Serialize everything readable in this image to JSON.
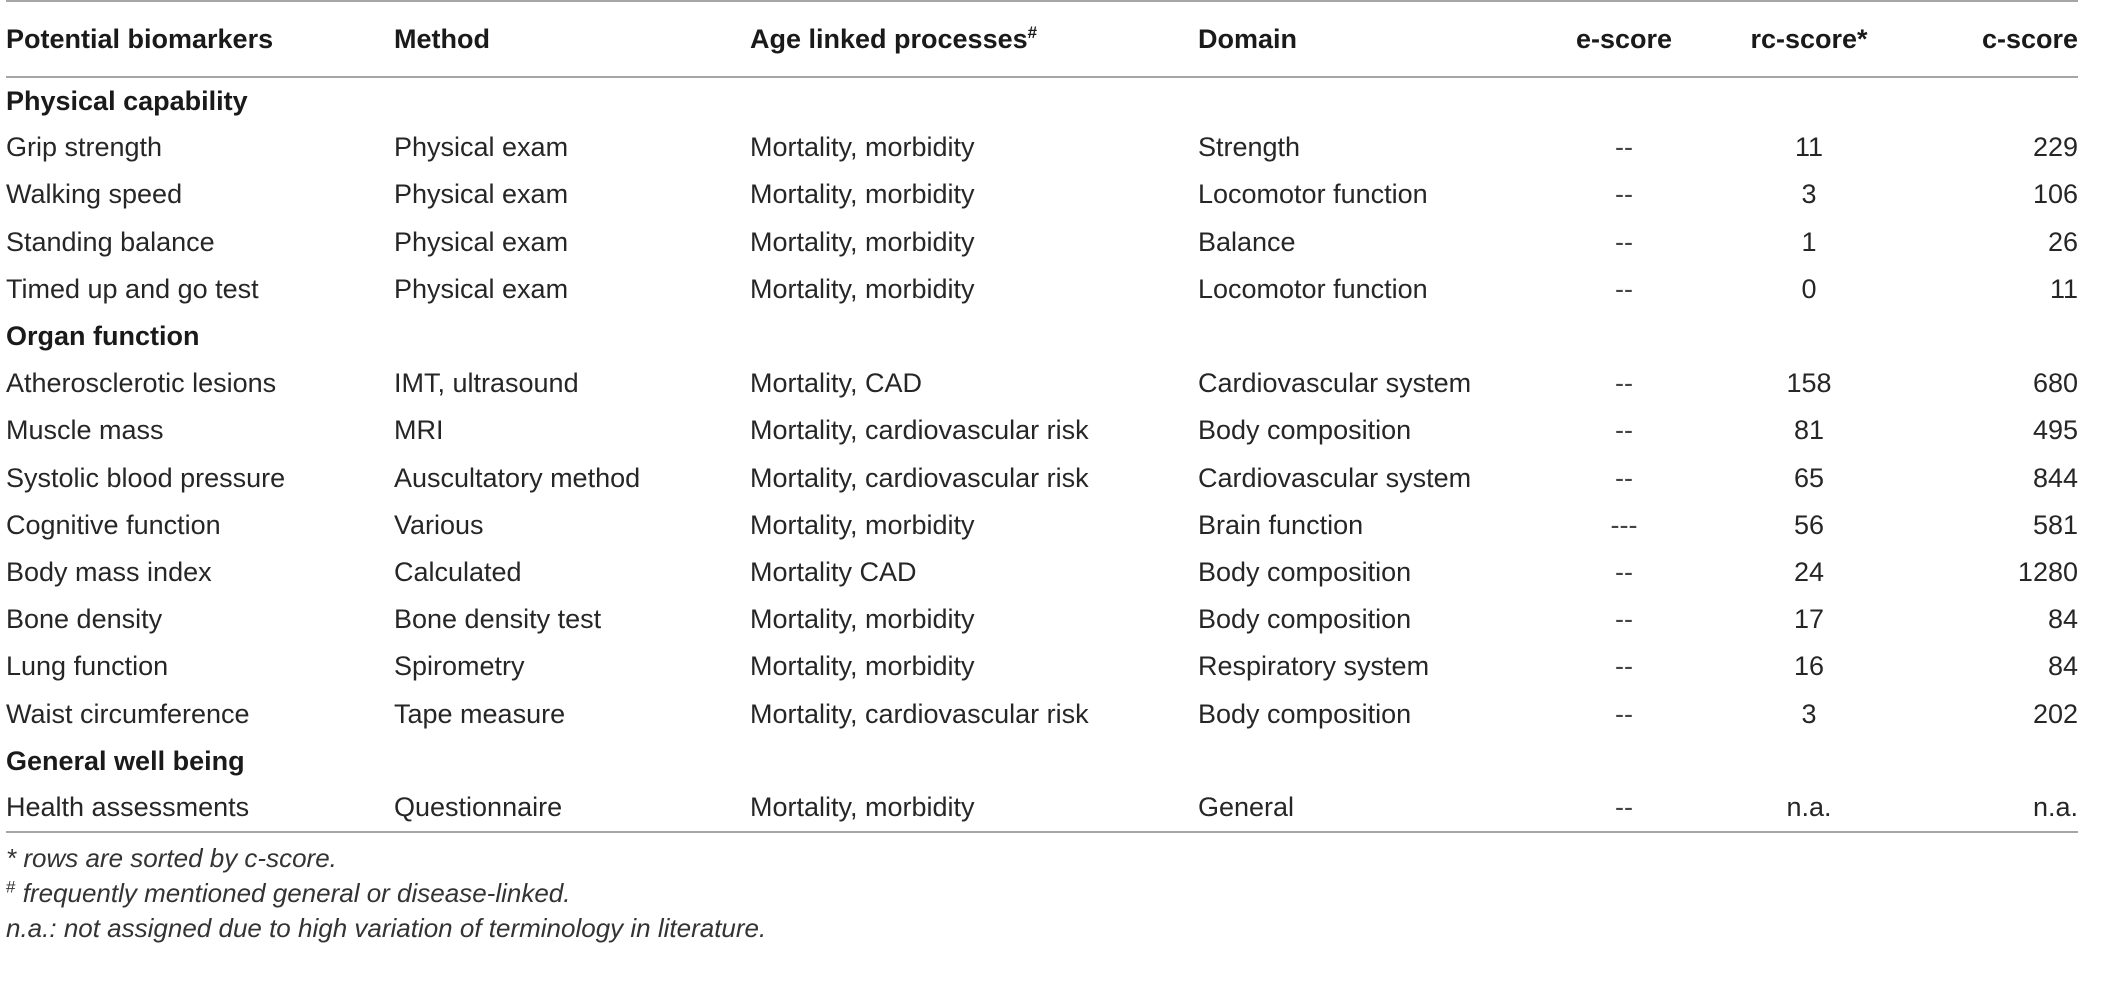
{
  "headers": {
    "biomarker": "Potential biomarkers",
    "method": "Method",
    "age_linked": "Age linked processes",
    "age_linked_sup": "#",
    "domain": "Domain",
    "e_score": "e-score",
    "rc_score": "rc-score*",
    "c_score": "c-score"
  },
  "sections": [
    {
      "title": "Physical capability",
      "rows": [
        {
          "biomarker": "Grip strength",
          "method": "Physical exam",
          "processes": "Mortality, morbidity",
          "domain": "Strength",
          "e": "--",
          "rc": "11",
          "c": "229"
        },
        {
          "biomarker": "Walking speed",
          "method": "Physical exam",
          "processes": "Mortality, morbidity",
          "domain": "Locomotor function",
          "e": "--",
          "rc": "3",
          "c": "106"
        },
        {
          "biomarker": "Standing balance",
          "method": "Physical exam",
          "processes": "Mortality, morbidity",
          "domain": "Balance",
          "e": "--",
          "rc": "1",
          "c": "26"
        },
        {
          "biomarker": "Timed up and go test",
          "method": "Physical exam",
          "processes": "Mortality, morbidity",
          "domain": "Locomotor function",
          "e": "--",
          "rc": "0",
          "c": "11"
        }
      ]
    },
    {
      "title": "Organ function",
      "rows": [
        {
          "biomarker": "Atherosclerotic lesions",
          "method": "IMT, ultrasound",
          "processes": "Mortality, CAD",
          "domain": "Cardiovascular system",
          "e": "--",
          "rc": "158",
          "c": "680"
        },
        {
          "biomarker": "Muscle mass",
          "method": "MRI",
          "processes": "Mortality, cardiovascular risk",
          "domain": "Body composition",
          "e": "--",
          "rc": "81",
          "c": "495"
        },
        {
          "biomarker": "Systolic blood pressure",
          "method": "Auscultatory method",
          "processes": "Mortality, cardiovascular risk",
          "domain": "Cardiovascular system",
          "e": "--",
          "rc": "65",
          "c": "844"
        },
        {
          "biomarker": "Cognitive function",
          "method": "Various",
          "processes": "Mortality, morbidity",
          "domain": "Brain function",
          "e": "---",
          "rc": "56",
          "c": "581"
        },
        {
          "biomarker": "Body mass index",
          "method": "Calculated",
          "processes": "Mortality CAD",
          "domain": "Body composition",
          "e": "--",
          "rc": "24",
          "c": "1280"
        },
        {
          "biomarker": "Bone density",
          "method": "Bone density test",
          "processes": "Mortality, morbidity",
          "domain": "Body composition",
          "e": "--",
          "rc": "17",
          "c": "84"
        },
        {
          "biomarker": "Lung function",
          "method": "Spirometry",
          "processes": "Mortality, morbidity",
          "domain": "Respiratory system",
          "e": "--",
          "rc": "16",
          "c": "84"
        },
        {
          "biomarker": "Waist circumference",
          "method": "Tape measure",
          "processes": "Mortality, cardiovascular risk",
          "domain": "Body composition",
          "e": "--",
          "rc": "3",
          "c": "202"
        }
      ]
    },
    {
      "title": "General well being",
      "rows": [
        {
          "biomarker": "Health assessments",
          "method": "Questionnaire",
          "processes": "Mortality, morbidity",
          "domain": "General",
          "e": "--",
          "rc": "n.a.",
          "c": "n.a."
        }
      ]
    }
  ],
  "footnotes": {
    "note1": "* rows are sorted by c-score.",
    "note2_mark": "#",
    "note2": " frequently mentioned general or disease-linked.",
    "note3": "n.a.: not assigned due to high variation of terminology in literature."
  }
}
